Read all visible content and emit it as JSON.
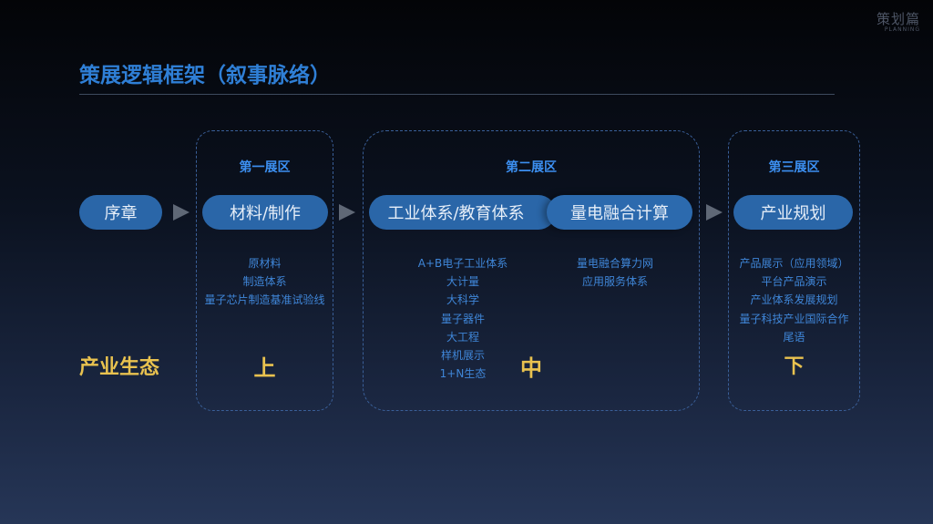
{
  "brand": {
    "name": "策划篇",
    "sub": "PLANNING"
  },
  "title": "策展逻辑框架（叙事脉络）",
  "zones": [
    {
      "title": "第一展区",
      "pills": [
        "材料/制作"
      ],
      "items": [
        "原材料",
        "制造体系",
        "量子芯片制造基准试验线"
      ],
      "mark": "上"
    },
    {
      "title": "第二展区",
      "pills": [
        "工业体系/教育体系",
        "量电融合计算"
      ],
      "items_left": [
        "A+B电子工业体系",
        "大计量",
        "大科学",
        "量子器件",
        "大工程",
        "样机展示",
        "1+N生态"
      ],
      "items_right": [
        "量电融合算力网",
        "应用服务体系"
      ],
      "mark": "中"
    },
    {
      "title": "第三展区",
      "pills": [
        "产业规划"
      ],
      "items": [
        "产品展示（应用领域）",
        "平台产品演示",
        "产业体系发展规划",
        "量子科技产业国际合作",
        "尾语"
      ],
      "mark": "下"
    }
  ],
  "start_pill": "序章",
  "left_label": "产业生态",
  "colors": {
    "accent": "#2f7fd6",
    "pill": "#2a66a8",
    "mark": "#e9c24f",
    "border": "#3a5f98"
  }
}
